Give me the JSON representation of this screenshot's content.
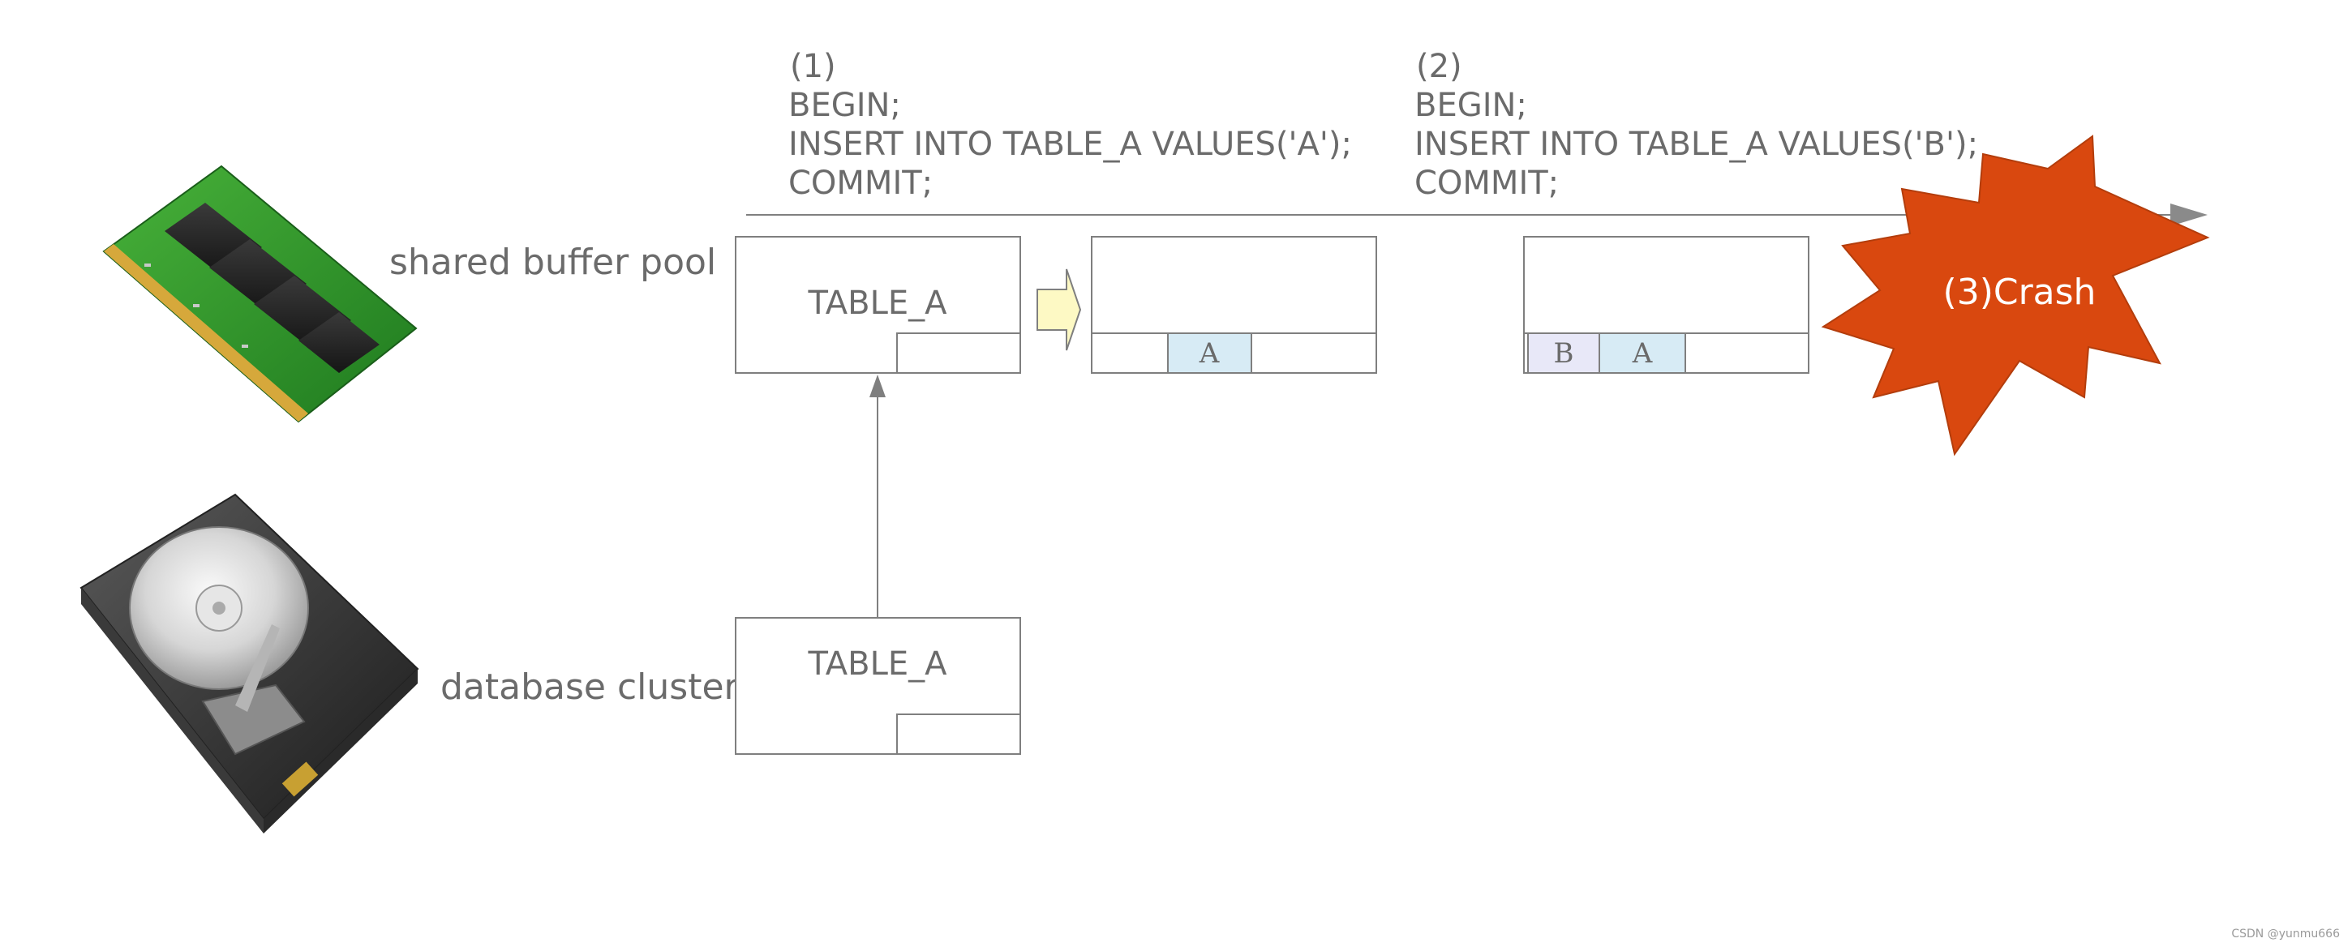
{
  "labels": {
    "memory": "shared buffer pool",
    "disk": "database cluster"
  },
  "steps": [
    {
      "number": "(1)",
      "lines": [
        "BEGIN;",
        "INSERT INTO TABLE_A VALUES('A');",
        "COMMIT;"
      ]
    },
    {
      "number": "(2)",
      "lines": [
        "BEGIN;",
        "INSERT INTO TABLE_A VALUES('B');",
        "COMMIT;"
      ]
    }
  ],
  "pages": {
    "buffer_page_1_title": "TABLE_A",
    "buffer_page_2_tuples": [
      "A"
    ],
    "buffer_page_3_tuples": [
      "B",
      "A"
    ],
    "disk_page_title": "TABLE_A"
  },
  "crash": {
    "label": "(3)Crash",
    "color": "#d9480f"
  },
  "colors": {
    "line": "#7f7f7f",
    "text": "#6b6b6b",
    "tuple_a_fill": "#d7ebf5",
    "tuple_b_fill": "#e8e8f8",
    "arrow_fill": "#fdf9c4",
    "memory_icon": "ram-module-icon",
    "disk_icon": "hard-disk-drive-icon"
  },
  "watermark": "CSDN @yunmu666"
}
